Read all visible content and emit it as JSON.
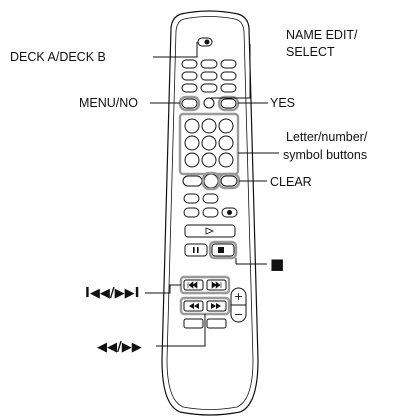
{
  "labels": {
    "deck": "DECK A/DECK B",
    "name_edit_1": "NAME EDIT/",
    "name_edit_2": "SELECT",
    "menu": "MENU/NO",
    "yes": "YES",
    "letter_1": "Letter/number/",
    "letter_2": "symbol buttons",
    "clear": "CLEAR",
    "stop": "■",
    "skip": "I◀◀/▶▶I",
    "search": "◀◀/▶▶"
  },
  "remote": {
    "plus": "+",
    "minus": "−"
  }
}
